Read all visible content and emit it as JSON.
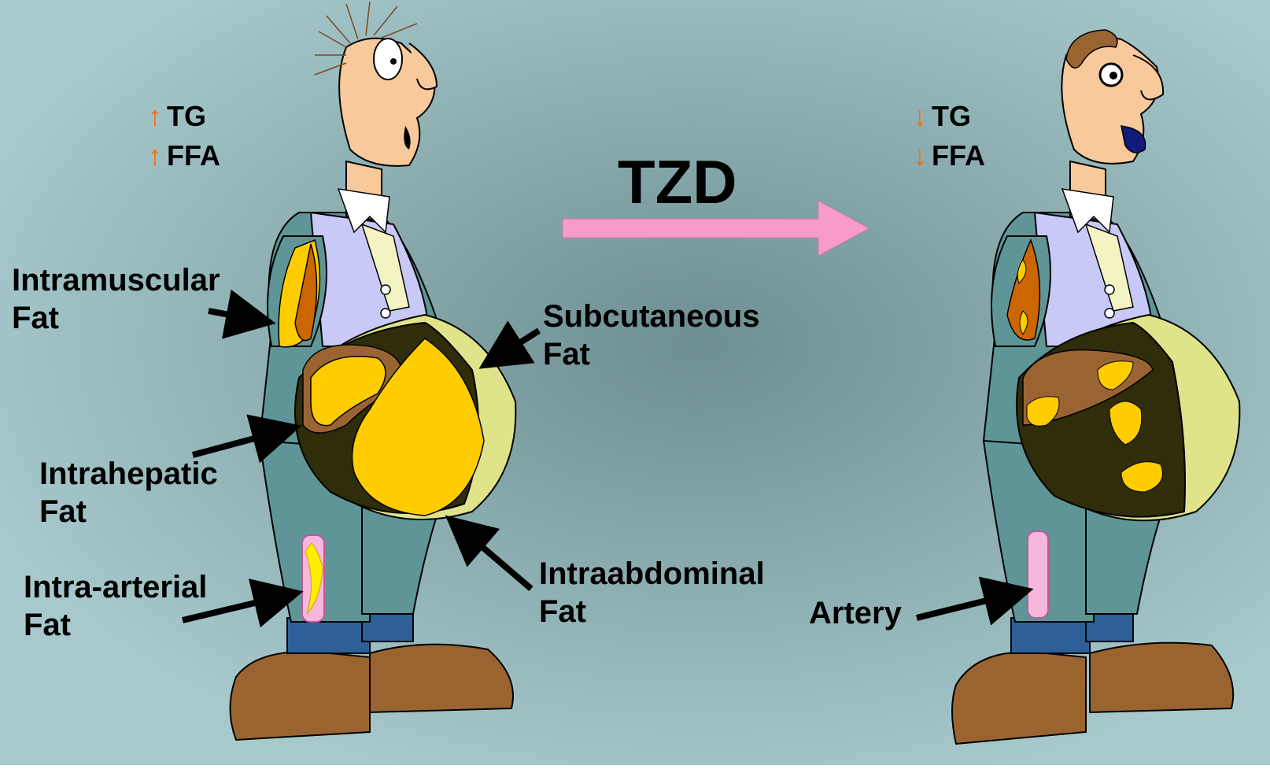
{
  "colors": {
    "background": "#9fc3c6",
    "background_center": "#6e8f92",
    "skin": "#f7c99b",
    "shirt": "#c8c9f7",
    "jacket": "#5f9596",
    "fat_yellow": "#ffcc00",
    "liver_brown": "#9a6432",
    "belly_dark": "#2f2d0a",
    "subcutaneous": "#dfe38a",
    "muscle": "#cc6600",
    "artery_pink": "#f6b7dd",
    "tzd_arrow": "#f79bc8",
    "up_down_arrow": "#ff6a00",
    "shoes": "#9a6431",
    "socks": "#2f5f99"
  },
  "left": {
    "up_icon": "↑",
    "tg_label": "TG",
    "ffa_label": "FFA",
    "intramuscular_line1": "Intramuscular",
    "intramuscular_line2": "Fat",
    "intrahepatic_line1": "Intrahepatic",
    "intrahepatic_line2": "Fat",
    "intraarterial_line1": "Intra-arterial",
    "intraarterial_line2": "Fat",
    "subcutaneous_line1": "Subcutaneous",
    "subcutaneous_line2": "Fat",
    "intraabdominal_line1": "Intraabdominal",
    "intraabdominal_line2": "Fat"
  },
  "center": {
    "treatment_label": "TZD"
  },
  "right": {
    "down_icon": "↓",
    "tg_label": "TG",
    "ffa_label": "FFA",
    "artery_label": "Artery"
  }
}
